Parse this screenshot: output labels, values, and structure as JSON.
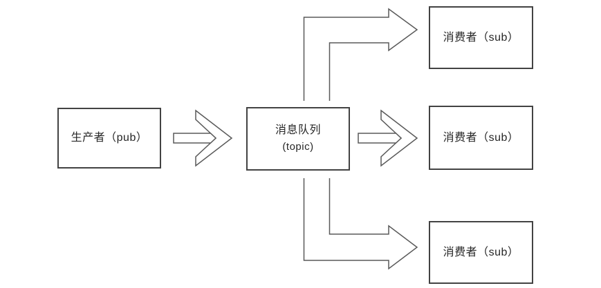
{
  "diagram": {
    "title": "message-queue-pub-sub-topology",
    "background_color": "#ffffff",
    "stroke_color": "#595959",
    "box_border_color": "#424242",
    "text_color": "#262626",
    "nodes": {
      "producer": {
        "label": "生产者（pub）"
      },
      "queue": {
        "label_line1": "消息队列",
        "label_line2": "(topic)"
      },
      "consumer_top": {
        "label": "消费者（sub）"
      },
      "consumer_middle": {
        "label": "消费者（sub）"
      },
      "consumer_bottom": {
        "label": "消费者（sub）"
      }
    },
    "edges": [
      {
        "from": "producer",
        "to": "queue",
        "style": "chevron-block-arrow-right"
      },
      {
        "from": "queue",
        "to": "consumer_top",
        "style": "bent-block-arrow-up-right"
      },
      {
        "from": "queue",
        "to": "consumer_middle",
        "style": "chevron-block-arrow-right"
      },
      {
        "from": "queue",
        "to": "consumer_bottom",
        "style": "bent-block-arrow-down-right"
      }
    ]
  }
}
